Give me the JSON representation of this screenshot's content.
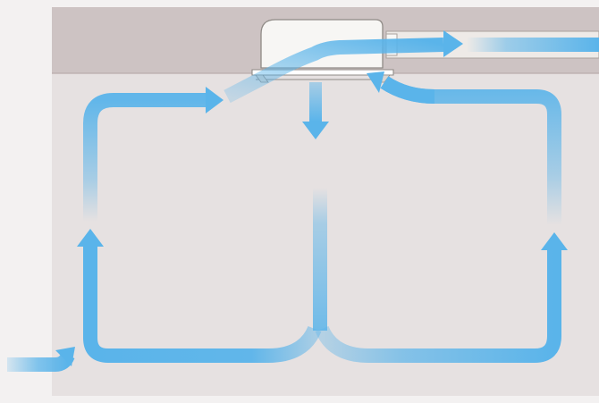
{
  "colors": {
    "outer_background": "#f3f1f1",
    "room_wall": "#e6e1e1",
    "ceiling_void": "#cdc3c3",
    "ceiling_line": "#b9adad",
    "unit_body": "#f7f6f4",
    "unit_outline": "#8f8a86",
    "airflow": "#5ab4ea"
  },
  "diagram": {
    "subject": "ceiling-cassette-air-conditioner-airflow",
    "arrows": [
      {
        "name": "intake-arrow-left",
        "direction": "right"
      },
      {
        "name": "left-loop-up-arrow",
        "direction": "up"
      },
      {
        "name": "left-loop-right-arrow",
        "direction": "right"
      },
      {
        "name": "unit-through-arrow",
        "direction": "right"
      },
      {
        "name": "outlet-down-arrow",
        "direction": "down"
      },
      {
        "name": "right-loop-up-arrow",
        "direction": "up"
      },
      {
        "name": "right-loop-return-arrow",
        "direction": "left"
      },
      {
        "name": "exhaust-duct-arrow",
        "direction": "right"
      }
    ]
  }
}
